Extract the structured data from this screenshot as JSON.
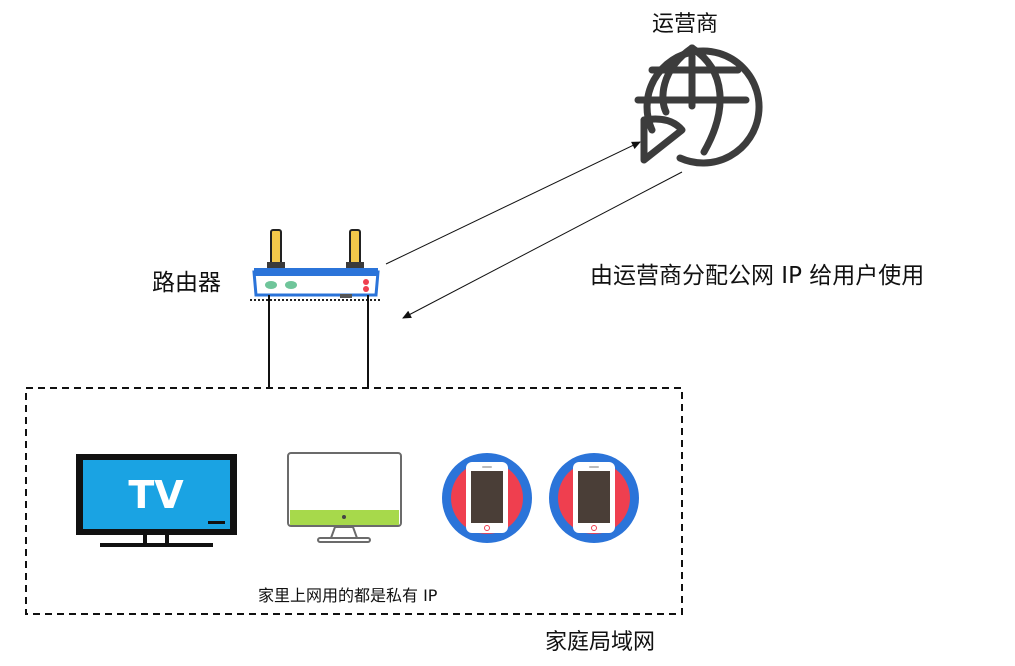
{
  "isp": {
    "label": "运营商"
  },
  "router": {
    "label": "路由器"
  },
  "assign": {
    "text": "由运营商分配公网 IP 给用户使用"
  },
  "lan": {
    "label": "家庭局域网",
    "note": "家里上网用的都是私有 IP"
  },
  "tv": {
    "screen_text": "TV"
  },
  "colors": {
    "tv_screen": "#1aa3e3",
    "router_body": "#2b74d9",
    "antenna": "#f3c84a",
    "phone_ring_outer": "#2b74d9",
    "phone_ring_inner": "#ef3f4f",
    "monitor_bar": "#a7d94b",
    "globe": "#3c3c3c"
  }
}
